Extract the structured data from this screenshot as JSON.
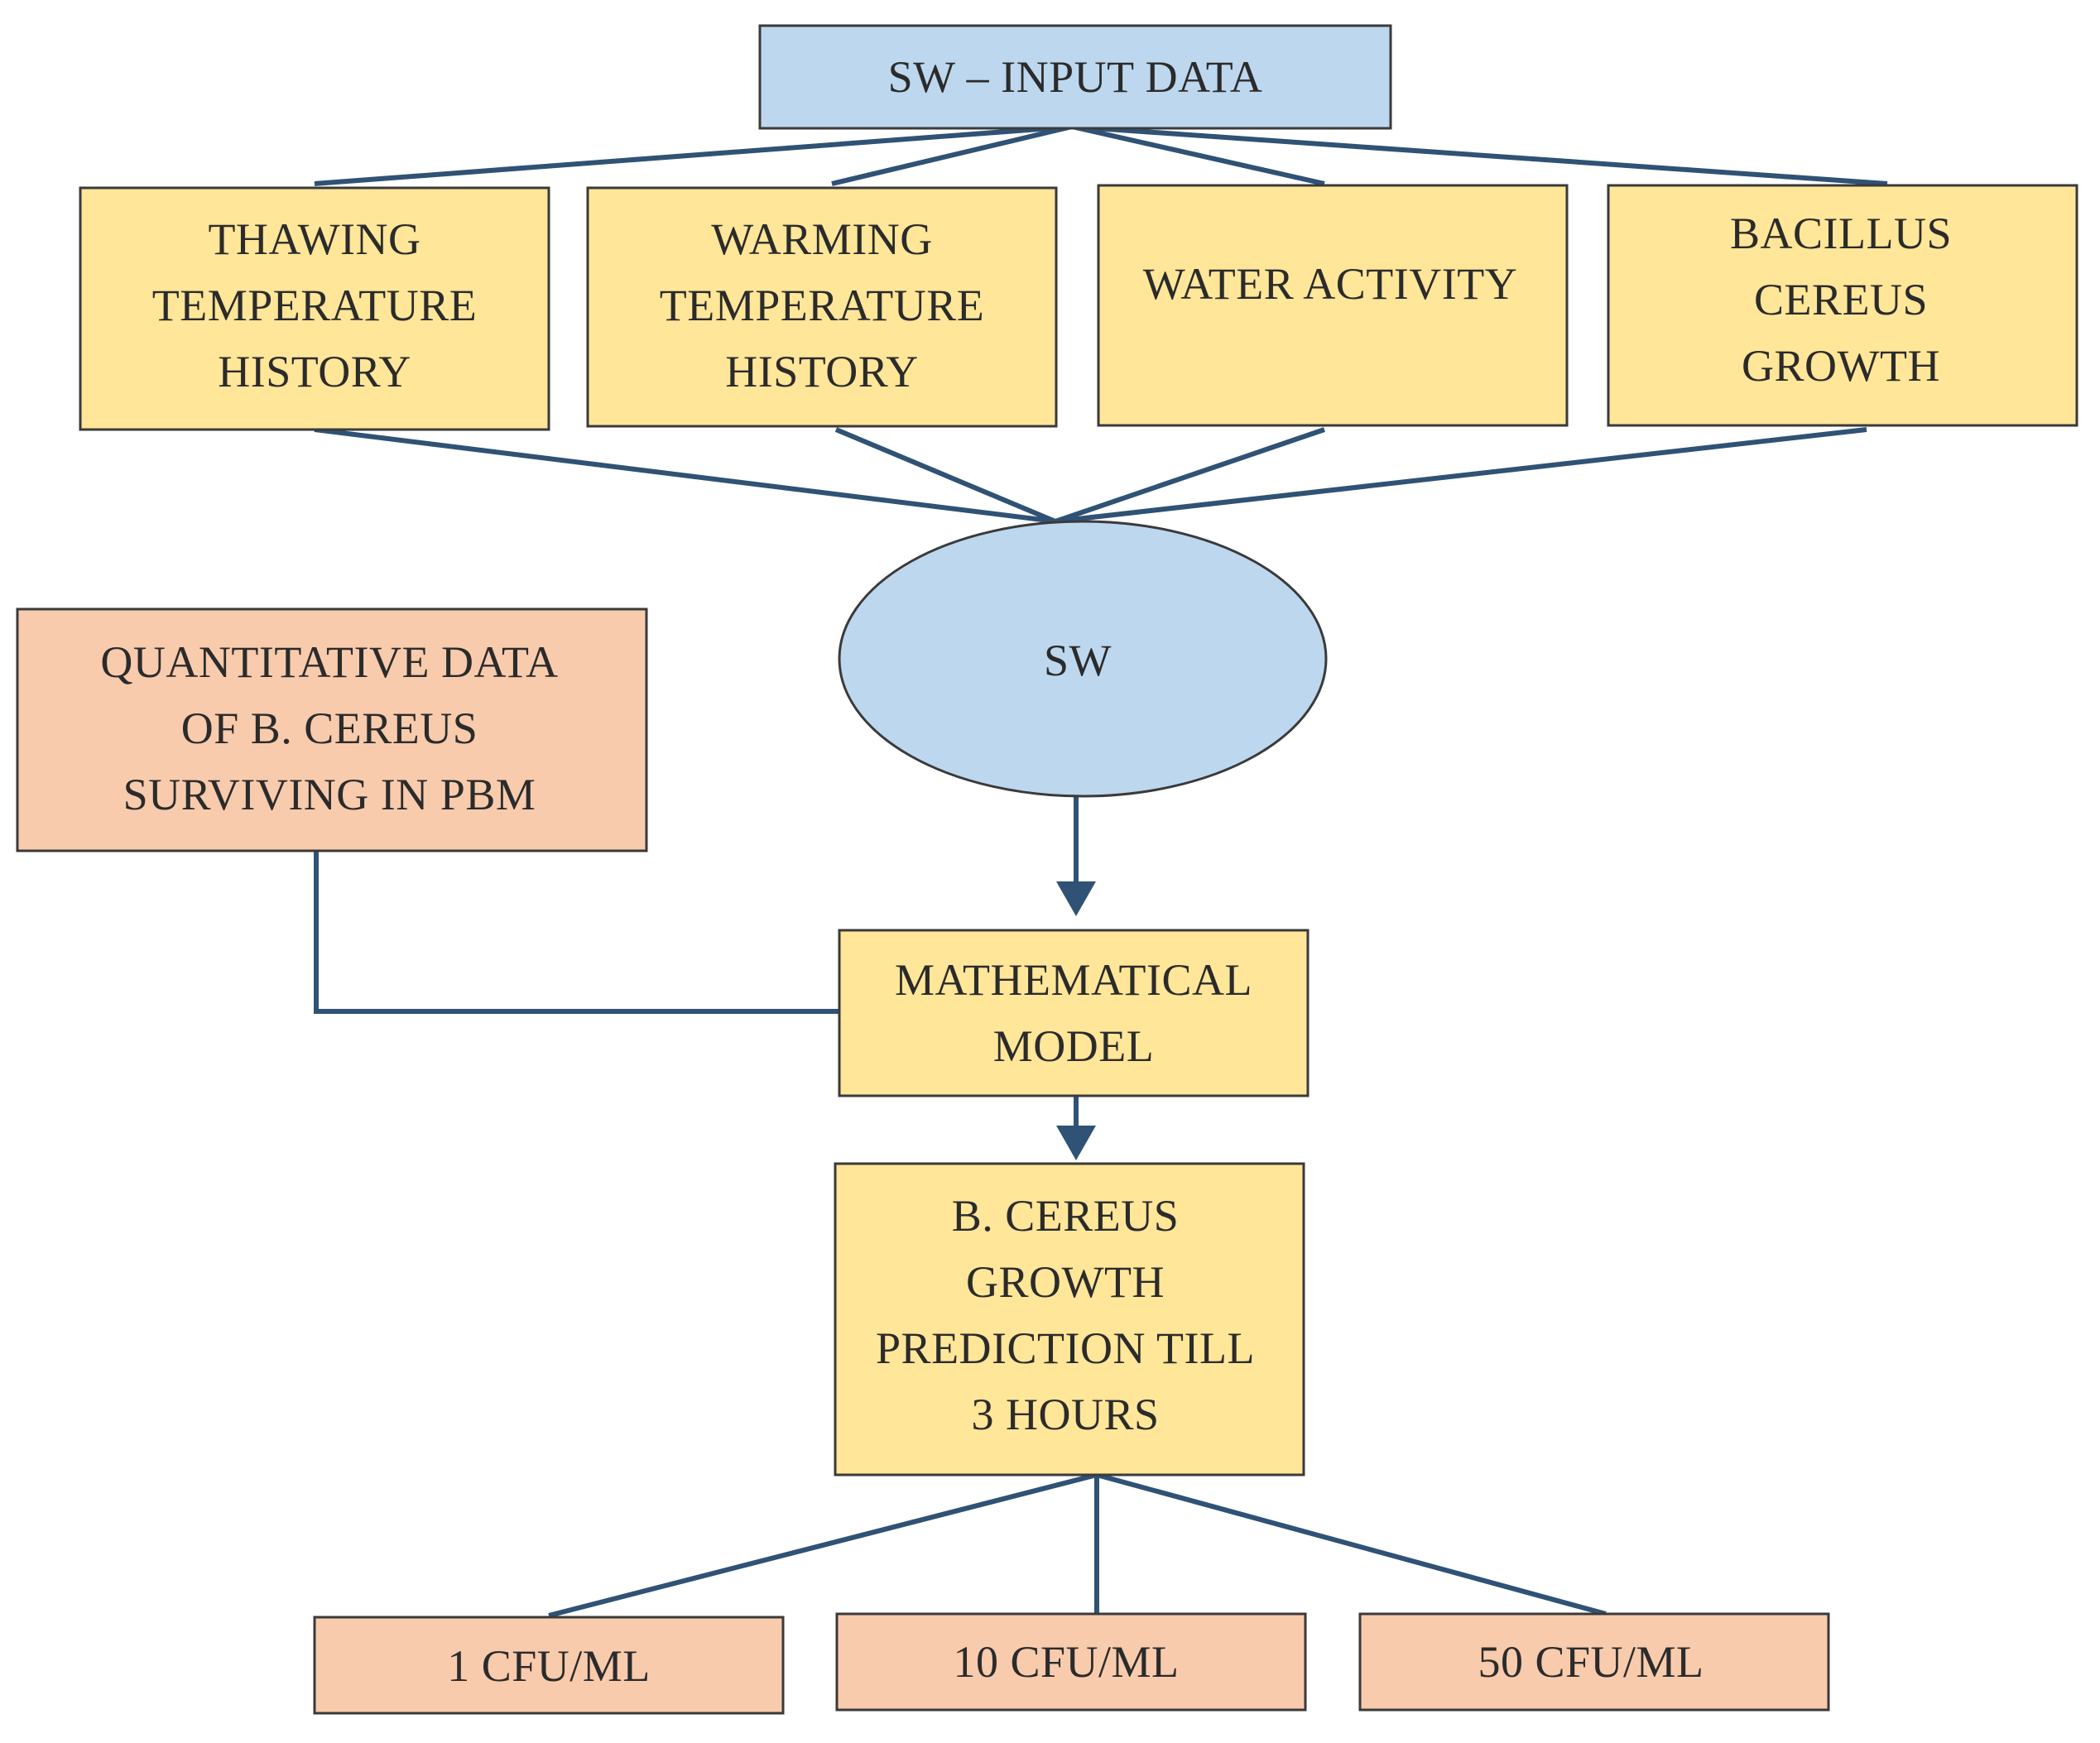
{
  "colors": {
    "blue_fill": "#bdd7ee",
    "yellow_fill": "#ffe699",
    "orange_fill": "#f8cbad",
    "connector": "#2f5275"
  },
  "nodes": {
    "input_data": {
      "lines": [
        "SW – INPUT DATA"
      ]
    },
    "thawing": {
      "lines": [
        "THAWING",
        "TEMPERATURE",
        "HISTORY"
      ]
    },
    "warming": {
      "lines": [
        "WARMING",
        "TEMPERATURE",
        "HISTORY"
      ]
    },
    "water": {
      "lines": [
        "WATER ACTIVITY"
      ]
    },
    "bacillus": {
      "lines": [
        "BACILLUS",
        "CEREUS",
        "GROWTH"
      ]
    },
    "sw": {
      "lines": [
        "SW"
      ]
    },
    "quantitative": {
      "lines": [
        "QUANTITATIVE DATA",
        "OF B. CEREUS",
        "SURVIVING IN PBM"
      ]
    },
    "model": {
      "lines": [
        "MATHEMATICAL",
        "MODEL"
      ]
    },
    "prediction": {
      "lines": [
        "B. CEREUS",
        "GROWTH",
        "PREDICTION  TILL",
        "3 HOURS"
      ]
    },
    "cfu1": {
      "lines": [
        "1 CFU/ML"
      ]
    },
    "cfu10": {
      "lines": [
        "10 CFU/ML"
      ]
    },
    "cfu50": {
      "lines": [
        "50 CFU/ML"
      ]
    }
  }
}
